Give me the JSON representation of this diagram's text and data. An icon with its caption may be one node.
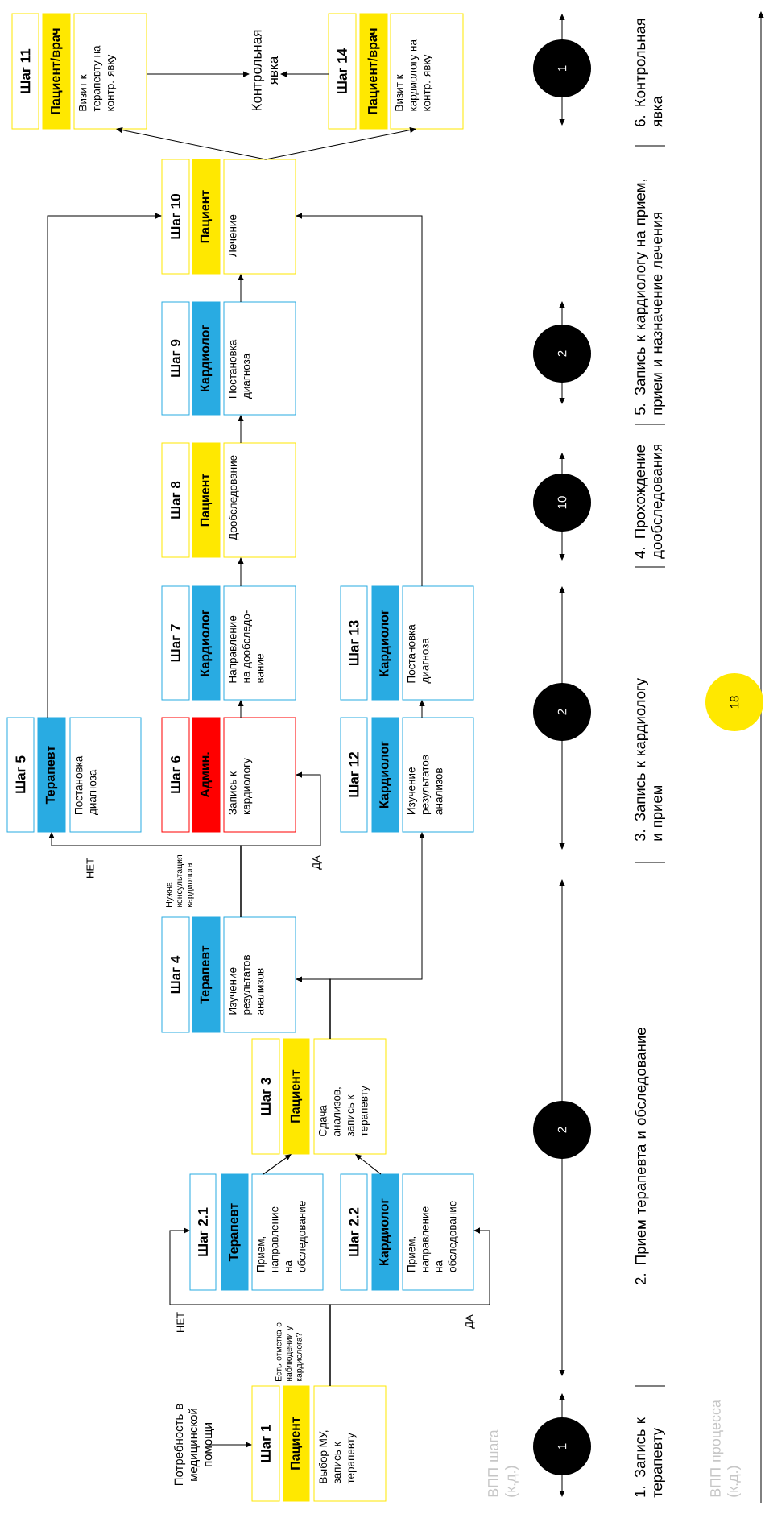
{
  "diagram": {
    "nodes": [
      {
        "text": [
          "Потребность в медицинской помощи"
        ]
      },
      {
        "text": [
          "Шаг 1"
        ]
      },
      {
        "text": [
          "Пациент"
        ]
      },
      {
        "text": [
          "Выбор МУ, запись к терапевту"
        ]
      },
      {
        "text": [
          "Шаг 2.1"
        ]
      },
      {
        "text": [
          "Терапевт"
        ]
      },
      {
        "text": [
          "Прием, направление на обследование"
        ]
      },
      {
        "text": [
          "Шаг 2.2"
        ]
      },
      {
        "text": [
          "Кардиолог"
        ]
      },
      {
        "text": [
          "Прием, направление на обследование"
        ]
      },
      {
        "text": [
          "Шаг 3"
        ]
      },
      {
        "text": [
          "Пациент"
        ]
      },
      {
        "text": [
          "Сдача анализов, запись к терапевту"
        ]
      },
      {
        "text": [
          "Шаг 4"
        ]
      },
      {
        "text": [
          "Терапевт"
        ]
      },
      {
        "text": [
          "Изучение результатов анализов"
        ]
      },
      {
        "text": [
          "Шаг 5"
        ]
      },
      {
        "text": [
          "Терапевт"
        ]
      },
      {
        "text": [
          "Постановка диагноза"
        ]
      },
      {
        "text": [
          "Шаг 6"
        ]
      },
      {
        "text": [
          "Админ."
        ]
      },
      {
        "text": [
          "Запись к кардиологу"
        ]
      },
      {
        "text": [
          "Шаг 12"
        ]
      },
      {
        "text": [
          "Кардиолог"
        ]
      },
      {
        "text": [
          "Изучение результатов анализов"
        ]
      },
      {
        "text": [
          "Шаг 7"
        ]
      },
      {
        "text": [
          "Кардиолог"
        ]
      },
      {
        "text": [
          "Направление на дообследо- вание"
        ]
      },
      {
        "text": [
          "Шаг 13"
        ]
      },
      {
        "text": [
          "Кардиолог"
        ]
      },
      {
        "text": [
          "Постановка диагноза"
        ]
      },
      {
        "text": [
          "Шаг 8"
        ]
      },
      {
        "text": [
          "Пациент"
        ]
      },
      {
        "text": [
          "Дообследование"
        ]
      },
      {
        "text": [
          "Шаг 9"
        ]
      },
      {
        "text": [
          "Кардиолог"
        ]
      },
      {
        "text": [
          "Постановка диагноза"
        ]
      },
      {
        "text": [
          "Шаг 10"
        ]
      },
      {
        "text": [
          "Пациент"
        ]
      },
      {
        "text": [
          "Лечение"
        ]
      },
      {
        "text": [
          "Шаг 11"
        ]
      },
      {
        "text": [
          "Пациент/врач"
        ]
      },
      {
        "text": [
          "Визит к терапевту на контр. явку"
        ]
      },
      {
        "text": [
          "Шаг 14"
        ]
      },
      {
        "text": [
          "Пациент/врач"
        ]
      },
      {
        "text": [
          "Визит к кардиологу на контр. явку"
        ]
      },
      {
        "text": [
          "Контрольная явка"
        ]
      },
      {
        "text": [
          "1"
        ],
        "beside": [
          "1. Запись к терапевту"
        ]
      },
      {
        "text": [
          "2"
        ],
        "beside": [
          "2. Прием терапевта и обследование"
        ]
      },
      {
        "text": [
          "2"
        ],
        "beside": [
          "3. Запись к кардиологу и прием"
        ]
      },
      {
        "text": [
          "10"
        ],
        "beside": [
          "4. Прохождение дообследования"
        ]
      },
      {
        "text": [
          "2"
        ],
        "beside": [
          "5. Запись к кардиологу на прием, прием и назначение лечения"
        ]
      },
      {
        "text": [
          "1"
        ],
        "beside": [
          "6. Контрольная явка"
        ]
      },
      {
        "text": [
          "18"
        ]
      }
    ],
    "edges": [
      {
        "from": 0,
        "to": 1,
        "arrow": "to"
      },
      {
        "from": 3,
        "to": 4,
        "arrow": "to",
        "label": "НЕТ"
      },
      {
        "from": 3,
        "to": 9,
        "arrow": "to",
        "label": "ДА"
      },
      {
        "from": 6,
        "to": 11,
        "arrow": "to"
      },
      {
        "from": 8,
        "to": 12,
        "arrow": "to"
      },
      {
        "from": 12,
        "to": 15,
        "arrow": "to"
      },
      {
        "from": 12,
        "to": 24,
        "arrow": "to"
      },
      {
        "from": 15,
        "to": 17,
        "arrow": "to",
        "label": "НЕТ"
      },
      {
        "from": 15,
        "to": 21,
        "arrow": "to",
        "label": "ДА"
      },
      {
        "from": 21,
        "to": 27,
        "arrow": "to"
      },
      {
        "from": 24,
        "to": 30,
        "arrow": "to"
      },
      {
        "from": 27,
        "to": 33,
        "arrow": "to"
      },
      {
        "from": 33,
        "to": 36,
        "arrow": "to"
      },
      {
        "from": 36,
        "to": 39,
        "arrow": "to"
      },
      {
        "from": 17,
        "to": 37,
        "arrow": "to"
      },
      {
        "from": 30,
        "to": 39,
        "arrow": "to"
      },
      {
        "from": 39,
        "to": 42,
        "arrow": "to"
      },
      {
        "from": 39,
        "to": 45,
        "arrow": "to"
      },
      {
        "from": 42,
        "to": 46,
        "arrow": "to"
      },
      {
        "from": 43,
        "to": 46,
        "arrow": "to"
      }
    ],
    "labels": [
      "Есть отметка о наблюдении у кардиолога?",
      "Нужна консультация кардиолога",
      "ВПП шага (к.д.)",
      "ВПП процесса (к.д.)"
    ]
  }
}
